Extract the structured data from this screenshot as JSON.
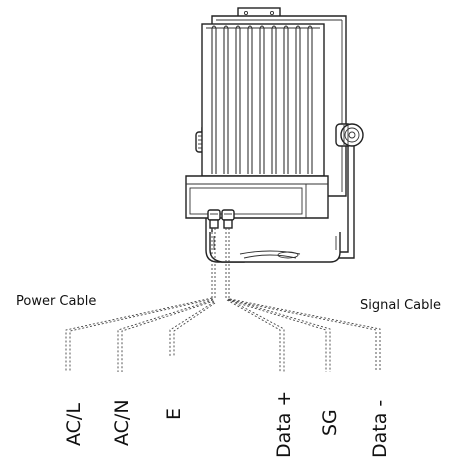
{
  "cables": {
    "power": "Power Cable",
    "signal": "Signal Cable"
  },
  "wires": [
    {
      "label": "AC/L"
    },
    {
      "label": "AC/N"
    },
    {
      "label": "E"
    },
    {
      "label": "Data +"
    },
    {
      "label": "SG"
    },
    {
      "label": "Data -"
    }
  ]
}
